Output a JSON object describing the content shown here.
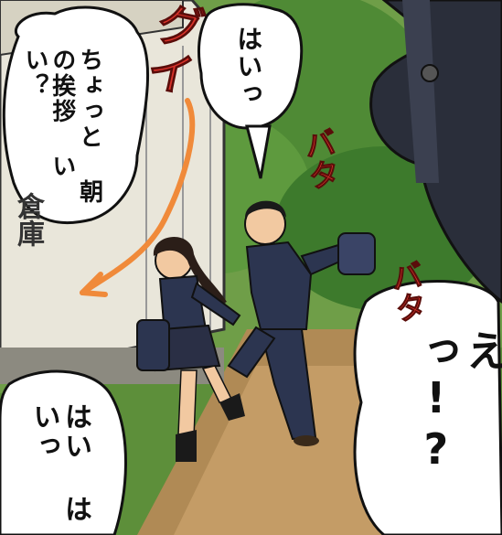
{
  "speech": {
    "girl_line": "ちょっと 朝の挨拶 いい？",
    "boy_reply": "はいっ",
    "surprise": "えっ!?",
    "girl_reply": "はい はいっ"
  },
  "sfx": {
    "grab": "グイ",
    "run1": "バタ",
    "run2": "バタ"
  },
  "sign": {
    "shed_label": "倉庫"
  }
}
